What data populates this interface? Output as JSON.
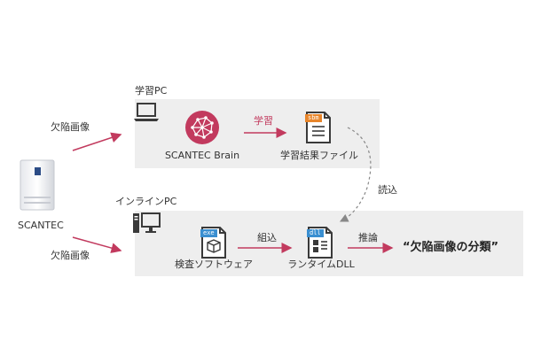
{
  "learning": {
    "section_label": "学習PC",
    "brain_label": "SCANTEC Brain",
    "learn_edge_label": "学習",
    "result_file_label": "学習結果ファイル",
    "result_file_badge": "sbm"
  },
  "inline": {
    "section_label": "インラインPC",
    "software_label": "検査ソフトウェア",
    "software_badge": "exe",
    "embed_edge_label": "組込",
    "runtime_label": "ランタイムDLL",
    "runtime_badge": "dll",
    "infer_edge_label": "推論",
    "result_text": "“欠陥画像の分類”"
  },
  "device": {
    "label": "SCANTEC"
  },
  "defect_image_label_top": "欠陥画像",
  "defect_image_label_bottom": "欠陥画像",
  "read_edge_label": "読込",
  "colors": {
    "accent": "#c23a5e",
    "badge_blue": "#3a8fd1",
    "badge_orange": "#e8852a",
    "panel": "#eeeeee",
    "icon": "#3a3a3a"
  }
}
